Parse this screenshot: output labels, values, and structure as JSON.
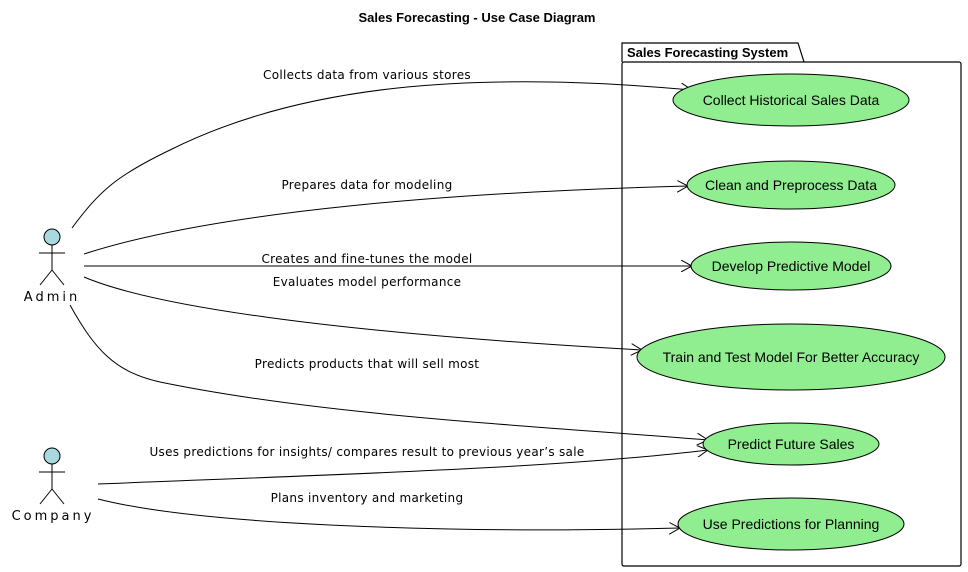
{
  "diagram": {
    "title": "Sales Forecasting - Use Case Diagram",
    "system_name": "Sales Forecasting System",
    "colors": {
      "use_case_fill": "#90ee90",
      "actor_head_fill": "#a8d8e0",
      "stroke": "#000000"
    },
    "actors": [
      {
        "id": "admin",
        "label": "Admin"
      },
      {
        "id": "company",
        "label": "Company"
      }
    ],
    "use_cases": [
      {
        "id": "collect",
        "label": "Collect Historical Sales Data"
      },
      {
        "id": "clean",
        "label": "Clean and Preprocess Data"
      },
      {
        "id": "develop",
        "label": "Develop Predictive Model"
      },
      {
        "id": "train",
        "label": "Train and Test Model For Better Accuracy"
      },
      {
        "id": "predict",
        "label": "Predict Future Sales"
      },
      {
        "id": "use",
        "label": "Use Predictions for Planning"
      }
    ],
    "relations": [
      {
        "from": "admin",
        "to": "collect",
        "label": "Collects data from various stores"
      },
      {
        "from": "admin",
        "to": "clean",
        "label": "Prepares data for modeling"
      },
      {
        "from": "admin",
        "to": "develop",
        "label": "Creates and fine-tunes the model"
      },
      {
        "from": "admin",
        "to": "train",
        "label": "Evaluates model performance"
      },
      {
        "from": "admin",
        "to": "predict",
        "label": "Predicts products that will sell most"
      },
      {
        "from": "company",
        "to": "predict",
        "label": "Uses predictions for insights/ compares result to previous year’s sale"
      },
      {
        "from": "company",
        "to": "use",
        "label": "Plans inventory and marketing"
      }
    ]
  }
}
